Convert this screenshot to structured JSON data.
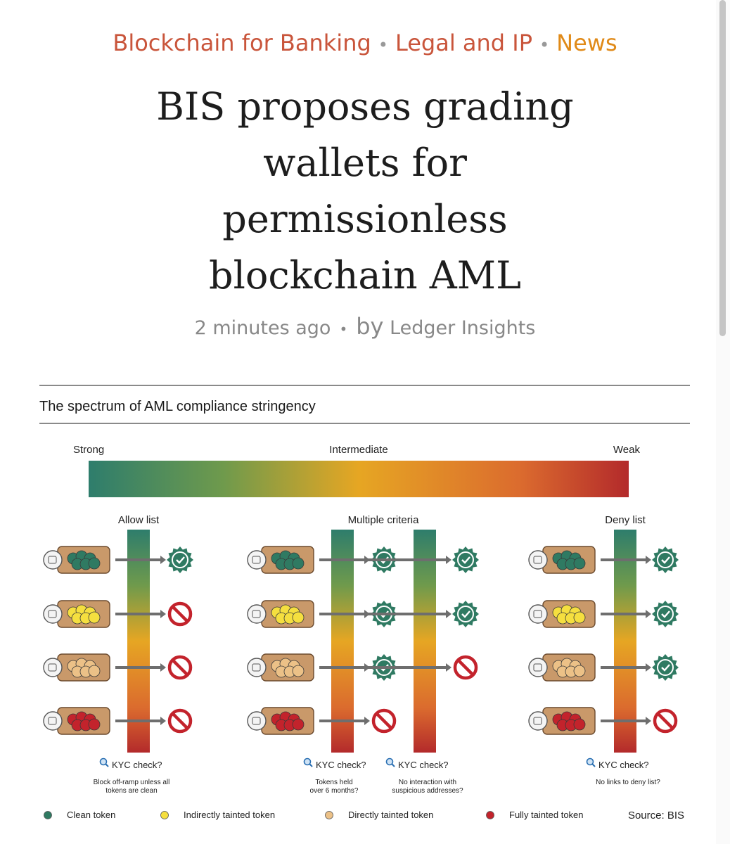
{
  "categories": [
    "Blockchain for Banking",
    "Legal and IP",
    "News"
  ],
  "title_lines": [
    "BIS proposes grading",
    "wallets for",
    "permissionless",
    "blockchain AML"
  ],
  "meta": {
    "time": "2 minutes ago",
    "by": "by",
    "author": "Ledger Insights"
  },
  "diagram": {
    "heading": "The spectrum of AML compliance stringency",
    "scale_labels": {
      "strong": "Strong",
      "intermediate": "Intermediate",
      "weak": "Weak"
    },
    "groups": [
      {
        "title": "Allow list",
        "checks": [
          {
            "label": "KYC check?",
            "desc": [
              "Block off-ramp unless all",
              "tokens are clean"
            ],
            "results": [
              "pass",
              "block",
              "block",
              "block"
            ]
          }
        ]
      },
      {
        "title": "Multiple criteria",
        "checks": [
          {
            "label": "KYC check?",
            "desc": [
              "Tokens held",
              "over 6 months?"
            ],
            "results": [
              "pass",
              "pass",
              "pass",
              "block"
            ]
          },
          {
            "label": "KYC check?",
            "desc": [
              "No interaction with",
              "suspicious addresses?"
            ],
            "results": [
              "pass",
              "pass",
              "block",
              "none"
            ]
          }
        ]
      },
      {
        "title": "Deny list",
        "checks": [
          {
            "label": "KYC check?",
            "desc": [
              "No links to deny list?"
            ],
            "results": [
              "pass",
              "pass",
              "pass",
              "block"
            ]
          }
        ]
      }
    ],
    "legend": [
      {
        "label": "Clean token",
        "color": "#2f7a62"
      },
      {
        "label": "Indirectly tainted token",
        "color": "#f5df3f"
      },
      {
        "label": "Directly tainted token",
        "color": "#ecc187"
      },
      {
        "label": "Fully tainted token",
        "color": "#c3232c"
      }
    ],
    "source": "Source: BIS",
    "token_colors": [
      "#2f7a62",
      "#f5df3f",
      "#ecc187",
      "#c3232c"
    ],
    "colors": {
      "check": "#2f7a62",
      "block": "#c3232c",
      "wallet": "#c9996a",
      "arrow": "#6e6e6e"
    }
  }
}
